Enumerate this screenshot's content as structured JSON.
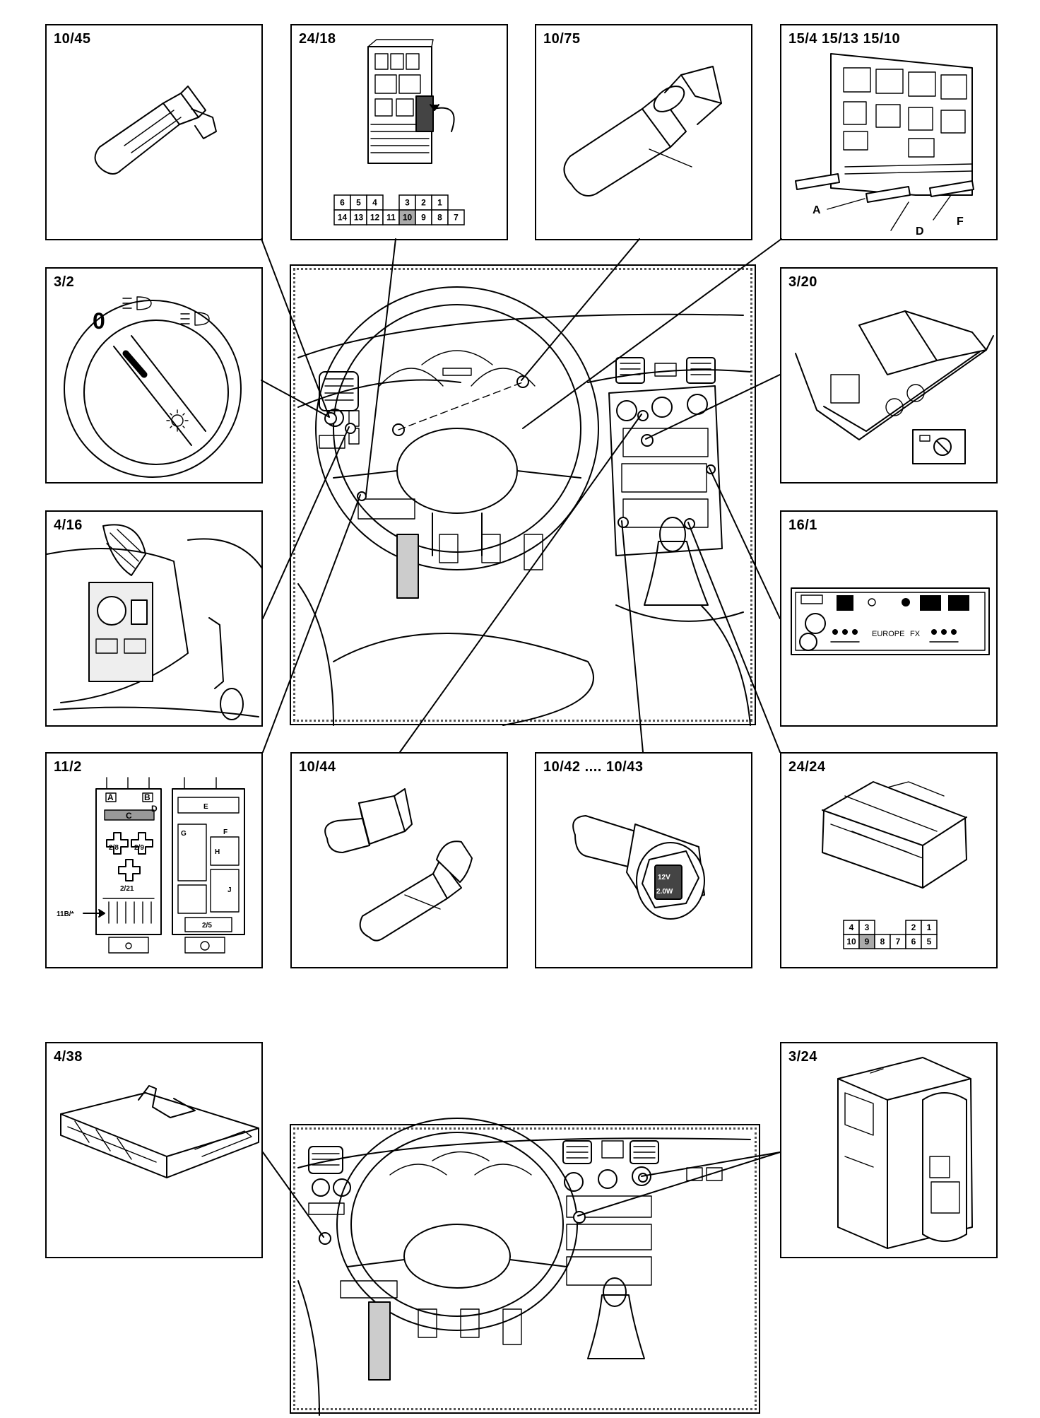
{
  "panels": {
    "p_10_45": "10/45",
    "p_24_18": "24/18",
    "p_10_75": "10/75",
    "p_15_4": "15/4  15/13  15/10",
    "p_3_2": "3/2",
    "p_3_20": "3/20",
    "p_4_16": "4/16",
    "p_16_1": "16/1",
    "p_11_2": "11/2",
    "p_10_44": "10/44",
    "p_10_42": "10/42 .... 10/43",
    "p_24_24": "24/24",
    "p_4_38": "4/38",
    "p_3_24": "3/24"
  },
  "fusebox_24_18": {
    "top_row": [
      "6",
      "5",
      "4",
      "",
      "3",
      "2",
      "1"
    ],
    "bottom_row": [
      "14",
      "13",
      "12",
      "11",
      "10",
      "9",
      "8",
      "7"
    ],
    "highlighted": "10"
  },
  "connector_24_24": {
    "top_row": [
      "4",
      "3",
      "",
      "",
      "2",
      "1"
    ],
    "bottom_row": [
      "10",
      "9",
      "8",
      "7",
      "6",
      "5"
    ],
    "highlighted": "9"
  },
  "relay_15": {
    "letter_a": "A",
    "letter_d": "D",
    "letter_f": "F"
  },
  "switch_3_2": {
    "position_zero": "0"
  },
  "relay_11_2": {
    "box_a": "A",
    "box_b": "B",
    "box_c": "C",
    "box_d": "D",
    "box_e": "E",
    "box_f": "F",
    "box_g": "G",
    "box_h": "H",
    "box_j": "J",
    "lbl_28": "2/8",
    "lbl_29": "2/9",
    "lbl_221": "2/21",
    "lbl_25": "2/5",
    "lbl_11b": "11B/*"
  },
  "radio_16_1": {
    "brand_text": "EUROPE",
    "fx_text": "FX"
  },
  "bulb_10_42": {
    "voltage": "12V",
    "wattage": "2.0W"
  }
}
